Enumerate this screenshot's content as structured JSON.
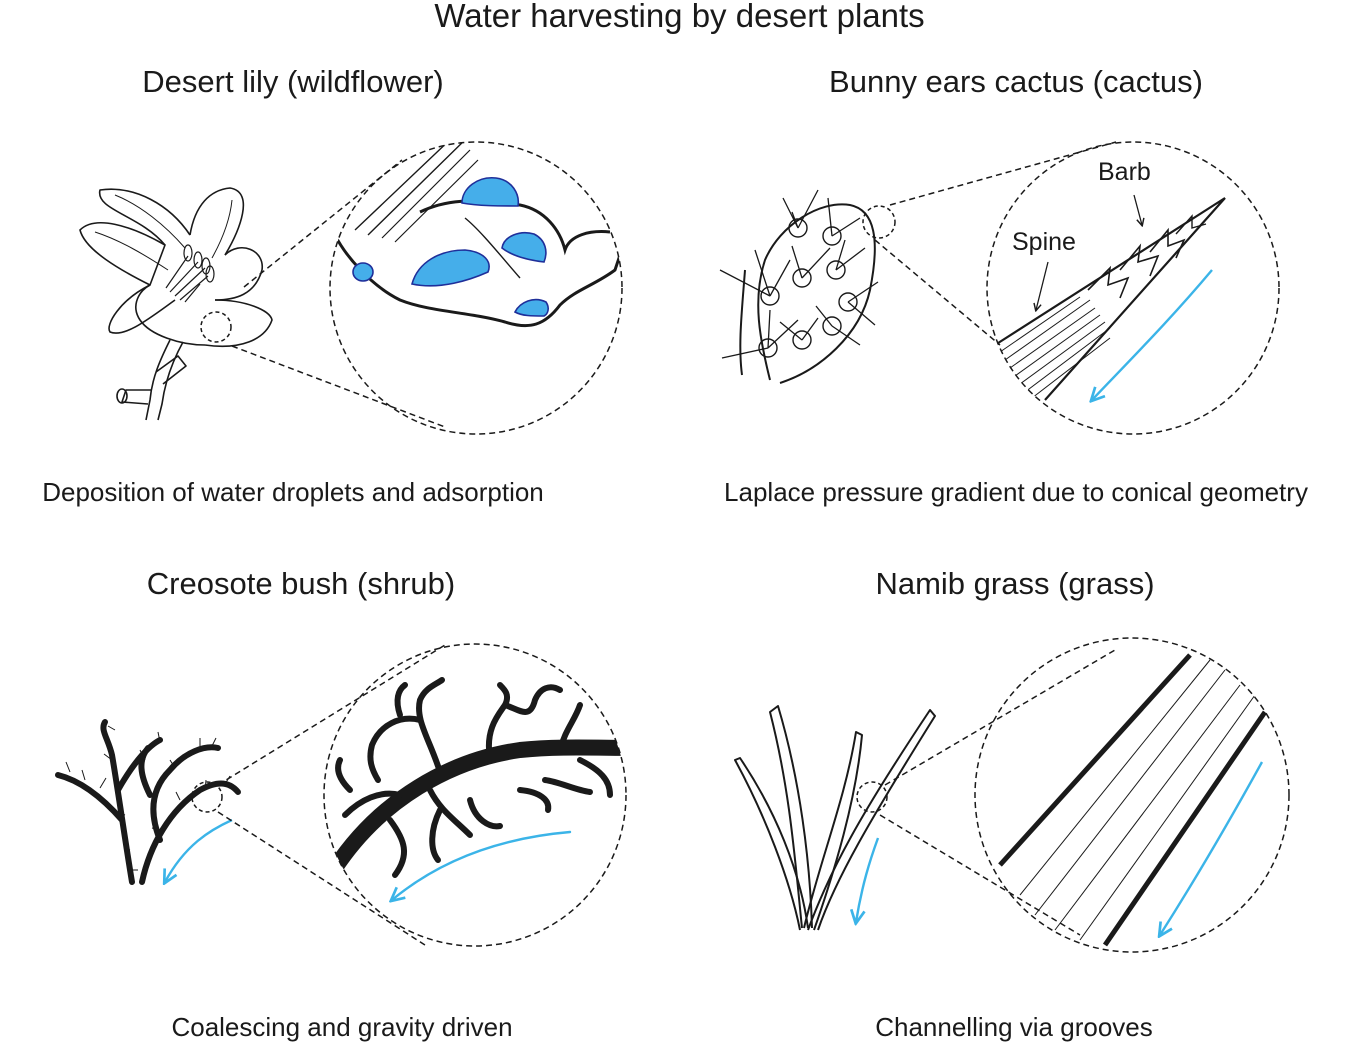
{
  "title": "Water harvesting by desert plants",
  "panels": {
    "lily": {
      "title": "Desert lily (wildflower)",
      "caption": "Deposition of water droplets and adsorption"
    },
    "cactus": {
      "title": "Bunny ears cactus (cactus)",
      "caption": "Laplace pressure gradient due to conical geometry",
      "labels": {
        "barb": "Barb",
        "spine": "Spine"
      }
    },
    "creosote": {
      "title": "Creosote bush (shrub)",
      "caption": "Coalescing and gravity driven"
    },
    "grass": {
      "title": "Namib grass (grass)",
      "caption": "Channelling via grooves"
    }
  },
  "colors": {
    "ink": "#1a1a1a",
    "droplet_fill": "#45aeea",
    "droplet_stroke": "#1f2f9a",
    "flow_arrow": "#3bb4e8"
  }
}
